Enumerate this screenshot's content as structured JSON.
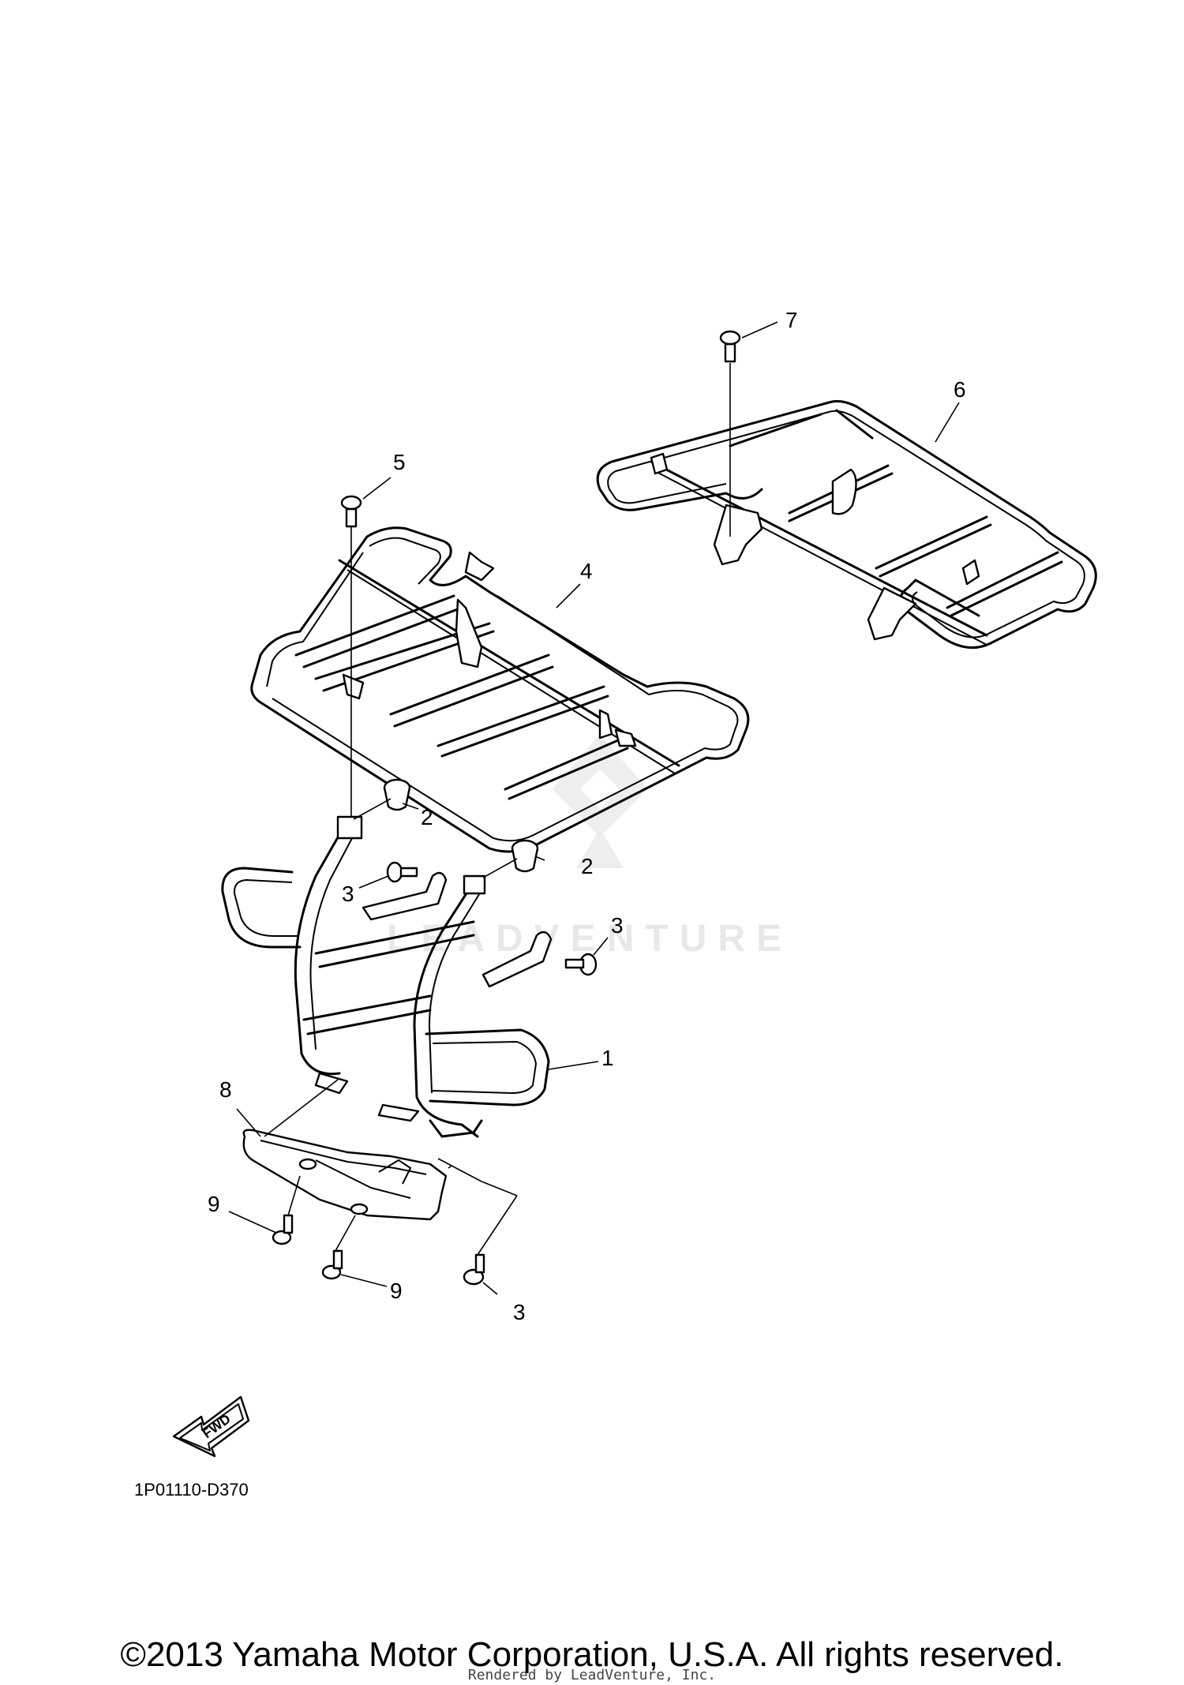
{
  "callouts": {
    "c1": "1",
    "c2a": "2",
    "c2b": "2",
    "c3a": "3",
    "c3b": "3",
    "c3c": "3",
    "c4": "4",
    "c5": "5",
    "c6": "6",
    "c7": "7",
    "c8": "8",
    "c9a": "9",
    "c9b": "9"
  },
  "fwd_label": "FWD",
  "diagram_code": "1P01110-D370",
  "watermark": "LEADVENTURE",
  "copyright": "©2013 Yamaha Motor Corporation, U.S.A. All rights reserved.",
  "rendered_by": "Rendered by LeadVenture, Inc."
}
